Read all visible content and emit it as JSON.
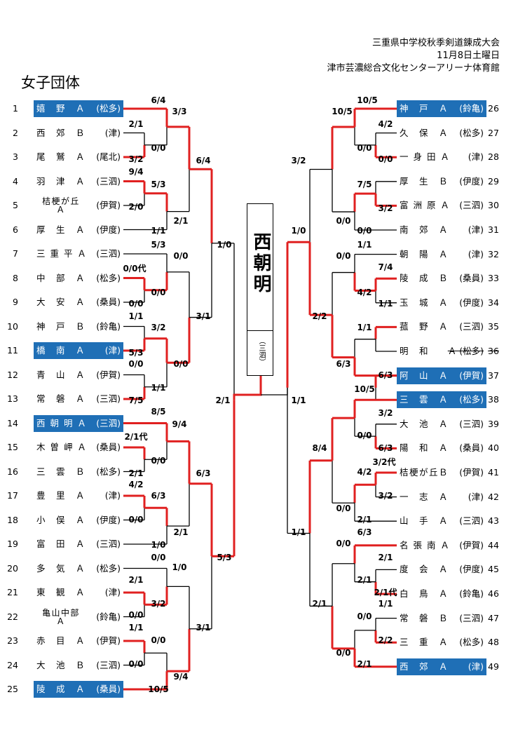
{
  "header": {
    "tournament": "三重県中学校秋季剣道錬成大会",
    "date": "11月8日土曜日",
    "venue": "津市芸濃総合文化センターアリーナ体育館"
  },
  "category": "女子団体",
  "champion": {
    "name": "西朝明",
    "region": "（三泗）"
  },
  "colors": {
    "win_line": "#e02020",
    "line": "#000000",
    "highlight": "#1f6fb6"
  },
  "left_teams": [
    {
      "no": "1",
      "name": "嬉　野　Ａ",
      "region": "(松多)",
      "highlight": true
    },
    {
      "no": "2",
      "name": "西　郊　Ｂ",
      "region": "(津)"
    },
    {
      "no": "3",
      "name": "尾　鷲　Ａ",
      "region": "(尾北)"
    },
    {
      "no": "4",
      "name": "羽　津　Ａ",
      "region": "(三泗)"
    },
    {
      "no": "5",
      "name": "桔梗が丘\nＡ",
      "region": "(伊賀)",
      "small": true
    },
    {
      "no": "6",
      "name": "厚　生　Ａ",
      "region": "(伊度)"
    },
    {
      "no": "7",
      "name": "三 重 平 Ａ",
      "region": "(三泗)"
    },
    {
      "no": "8",
      "name": "中　部　Ａ",
      "region": "(松多)"
    },
    {
      "no": "9",
      "name": "大　安　Ａ",
      "region": "(桑員)"
    },
    {
      "no": "10",
      "name": "神　戸　Ｂ",
      "region": "(鈴亀)"
    },
    {
      "no": "11",
      "name": "橋　南　Ａ",
      "region": "(津)",
      "highlight": true
    },
    {
      "no": "12",
      "name": "青　山　Ａ",
      "region": "(伊賀)"
    },
    {
      "no": "13",
      "name": "常　磐　Ａ",
      "region": "(三泗)"
    },
    {
      "no": "14",
      "name": "西 朝 明 Ａ",
      "region": "(三泗)",
      "highlight": true
    },
    {
      "no": "15",
      "name": "木 曽 岬 Ａ",
      "region": "(桑員)"
    },
    {
      "no": "16",
      "name": "三　雲　Ｂ",
      "region": "(松多)"
    },
    {
      "no": "17",
      "name": "豊　里　Ａ",
      "region": "(津)"
    },
    {
      "no": "18",
      "name": "小　俣　Ａ",
      "region": "(伊度)"
    },
    {
      "no": "19",
      "name": "富　田　Ａ",
      "region": "(三泗)"
    },
    {
      "no": "20",
      "name": "多　気　Ａ",
      "region": "(松多)"
    },
    {
      "no": "21",
      "name": "東　観　Ａ",
      "region": "(津)"
    },
    {
      "no": "22",
      "name": "亀山中部\nＡ",
      "region": "(鈴亀)",
      "small": true
    },
    {
      "no": "23",
      "name": "赤　目　Ａ",
      "region": "(伊賀)"
    },
    {
      "no": "24",
      "name": "大　池　Ｂ",
      "region": "(三泗)"
    },
    {
      "no": "25",
      "name": "陵　成　Ａ",
      "region": "(桑員)",
      "highlight": true
    }
  ],
  "right_teams": [
    {
      "no": "26",
      "name": "神　戸　Ａ",
      "region": "(鈴亀)",
      "highlight": true
    },
    {
      "no": "27",
      "name": "久　保　Ａ",
      "region": "(松多)"
    },
    {
      "no": "28",
      "name": "一 身 田 Ａ",
      "region": "(津)"
    },
    {
      "no": "29",
      "name": "厚　生　Ｂ",
      "region": "(伊度)"
    },
    {
      "no": "30",
      "name": "富 洲 原 Ａ",
      "region": "(三泗)"
    },
    {
      "no": "31",
      "name": "南　郊　Ａ",
      "region": "(津)"
    },
    {
      "no": "32",
      "name": "朝　陽　Ａ",
      "region": "(津)"
    },
    {
      "no": "33",
      "name": "陵　成　Ｂ",
      "region": "(桑員)"
    },
    {
      "no": "34",
      "name": "玉　城　Ａ",
      "region": "(伊度)"
    },
    {
      "no": "35",
      "name": "菰　野　Ａ",
      "region": "(三泗)"
    },
    {
      "no": "36",
      "name": "明　和",
      "region": "Ａ (松多)",
      "strike": true
    },
    {
      "no": "37",
      "name": "阿　山　Ａ",
      "region": "(伊賀)",
      "highlight": true
    },
    {
      "no": "38",
      "name": "三　雲　Ａ",
      "region": "(松多)",
      "highlight": true
    },
    {
      "no": "39",
      "name": "大　池　Ａ",
      "region": "(三泗)"
    },
    {
      "no": "40",
      "name": "陽　和　Ａ",
      "region": "(桑員)"
    },
    {
      "no": "41",
      "name": "桔梗が丘Ｂ",
      "region": "(伊賀)"
    },
    {
      "no": "42",
      "name": "一　志　Ａ",
      "region": "(津)"
    },
    {
      "no": "43",
      "name": "山　手　Ａ",
      "region": "(三泗)"
    },
    {
      "no": "44",
      "name": "名 張 南 Ａ",
      "region": "(伊賀)"
    },
    {
      "no": "45",
      "name": "度　会　Ａ",
      "region": "(伊度)"
    },
    {
      "no": "46",
      "name": "白　鳥　Ａ",
      "region": "(鈴亀)"
    },
    {
      "no": "47",
      "name": "常　磐　Ｂ",
      "region": "(三泗)"
    },
    {
      "no": "48",
      "name": "三　重　Ａ",
      "region": "(松多)"
    },
    {
      "no": "49",
      "name": "西　郊　Ａ",
      "region": "(津)",
      "highlight": true
    }
  ],
  "scores": [
    "6/4",
    "2/1",
    "0/0",
    "3/2",
    "3/3",
    "9/4",
    "5/3",
    "2/0",
    "6/4",
    "1/1",
    "2/1",
    "5/3",
    "0/0",
    "0/0代",
    "0/0",
    "0/0",
    "1/0",
    "1/1",
    "3/2",
    "5/3",
    "3/1",
    "0/0",
    "0/0",
    "7/5",
    "1/1",
    "8/5",
    "9/4",
    "2/1代",
    "0/0",
    "2/1",
    "6/3",
    "4/2",
    "6/3",
    "0/0",
    "2/1",
    "1/0",
    "0/0",
    "1/0",
    "2/1",
    "3/2",
    "0/0",
    "1/1",
    "0/0",
    "0/0",
    "9/4",
    "10/5",
    "3/1",
    "5/3",
    "2/1",
    "10/5",
    "10/5",
    "4/2",
    "0/0",
    "0/0",
    "0/0",
    "7/5",
    "3/2",
    "0/0",
    "1/1",
    "1/0",
    "0/0",
    "7/4",
    "4/2",
    "1/1",
    "3/2",
    "2/2",
    "1/1",
    "6/3",
    "6/3",
    "10/5",
    "3/2",
    "0/0",
    "6/3",
    "3/2代",
    "4/2",
    "3/2",
    "0/0",
    "8/4",
    "2/1",
    "1/1",
    "6/3",
    "0/0",
    "2/1",
    "2/1",
    "2/1代",
    "1/1",
    "0/0",
    "2/2",
    "0/0",
    "2/1",
    "2/1",
    "1/1",
    "1/1"
  ]
}
